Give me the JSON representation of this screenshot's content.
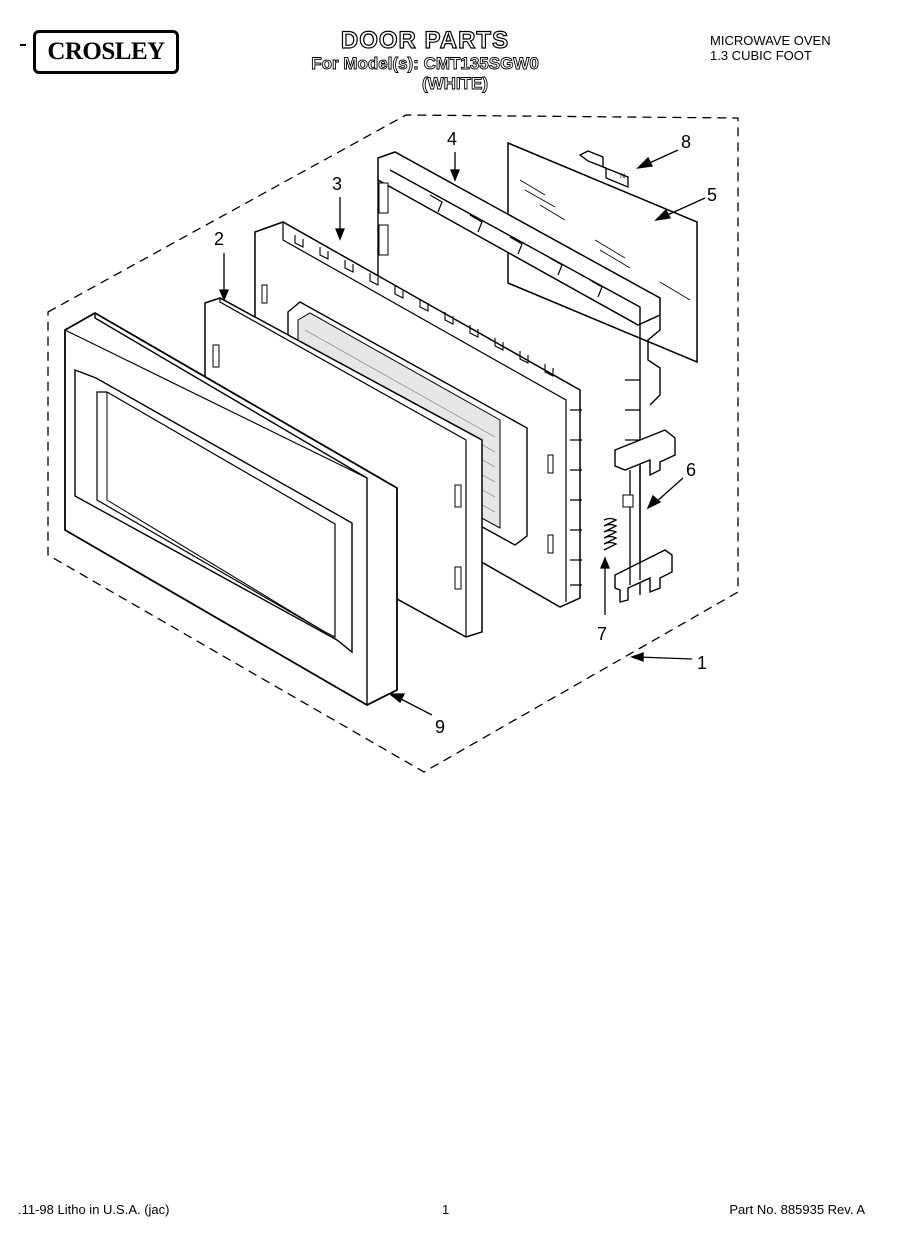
{
  "brand": {
    "logo": "CROSLEY"
  },
  "header": {
    "title": "DOOR PARTS",
    "model_line": "For Model(s): CMT135SGW0",
    "variant": "(WHITE)",
    "product_line1": "MICROWAVE OVEN",
    "product_line2": "1.3 CUBIC FOOT"
  },
  "callouts": [
    "1",
    "2",
    "3",
    "4",
    "5",
    "6",
    "7",
    "8",
    "9"
  ],
  "footer": {
    "left": ".11-98 Litho in U.S.A. (jac)",
    "center": "1",
    "right": "Part No. 885935 Rev. A"
  }
}
